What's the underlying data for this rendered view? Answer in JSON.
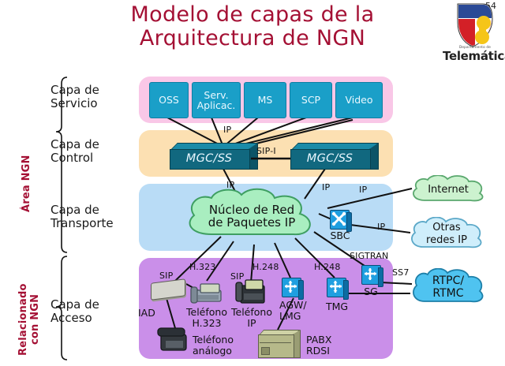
{
  "slide": {
    "number": "54",
    "title_line1": "Modelo de capas de la",
    "title_line2": "Arquitectura de NGN",
    "title_color": "#a41034"
  },
  "logo": {
    "department": "Departamento de",
    "name": "Telemática",
    "colors": {
      "blue": "#2b4a96",
      "red": "#d32027",
      "yellow": "#f5c518"
    }
  },
  "side_brackets": [
    {
      "label": "Área NGN",
      "color": "#a41034"
    },
    {
      "label": "Relacionado con NGN",
      "color": "#a41034"
    }
  ],
  "layers": [
    {
      "name": "Capa de Servicio",
      "label_line1": "Capa de",
      "label_line2": "Servicio",
      "band_color": "#f9c7e7"
    },
    {
      "name": "Capa de Control",
      "label_line1": "Capa de",
      "label_line2": "Control",
      "band_color": "#fce0b2"
    },
    {
      "name": "Capa de Transporte",
      "label_line1": "Capa de",
      "label_line2": "Transporte",
      "band_color": "#b9dcf6"
    },
    {
      "name": "Capa de Acceso",
      "label_line1": "Capa de",
      "label_line2": "Acceso",
      "band_color": "#ca8fe9"
    }
  ],
  "service_layer": {
    "box_color": "#1a9fc8",
    "boxes": [
      {
        "label": "OSS"
      },
      {
        "label": "Serv. Aplicac."
      },
      {
        "label": "MS"
      },
      {
        "label": "SCP"
      },
      {
        "label": "Video"
      }
    ]
  },
  "control_layer": {
    "nodes": [
      {
        "label": "MGC/SS"
      },
      {
        "label": "MGC/SS"
      }
    ],
    "link_label": "SIP-I",
    "uplink_label": "IP"
  },
  "transport_layer": {
    "core_cloud": {
      "line1": "Núcleo de Red",
      "line2": "de Paquetes IP",
      "color": "#a9eec0"
    },
    "sbc": {
      "label": "SBC"
    },
    "uplink_labels": [
      "IP",
      "IP",
      "IP",
      "IP"
    ]
  },
  "external_networks": [
    {
      "label": "Internet",
      "color": "#ccf2cf"
    },
    {
      "label": "Otras redes IP",
      "color": "#cfeefb"
    },
    {
      "label": "RTPC/ RTMC",
      "color": "#4fc3f0",
      "line1": "RTPC/",
      "line2": "RTMC"
    }
  ],
  "access_layer": {
    "protocol_labels": [
      "SIP",
      "H.323",
      "SIP",
      "H.248",
      "H.248",
      "SIGTRAN",
      "SS7"
    ],
    "devices": [
      {
        "label": "IAD",
        "line1": "IAD",
        "line2": ""
      },
      {
        "label": "Teléfono H.323",
        "line1": "Teléfono",
        "line2": "H.323"
      },
      {
        "label": "Teléfono IP",
        "line1": "Teléfono",
        "line2": "IP"
      },
      {
        "label": "AGW/ LMG",
        "line1": "AGW/",
        "line2": "LMG"
      },
      {
        "label": "TMG",
        "line1": "TMG",
        "line2": ""
      },
      {
        "label": "SG",
        "line1": "SG",
        "line2": ""
      },
      {
        "label": "Teléfono análogo",
        "line1": "Teléfono",
        "line2": "análogo"
      },
      {
        "label": "PABX RDSI",
        "line1": "PABX",
        "line2": "RDSI"
      }
    ]
  }
}
